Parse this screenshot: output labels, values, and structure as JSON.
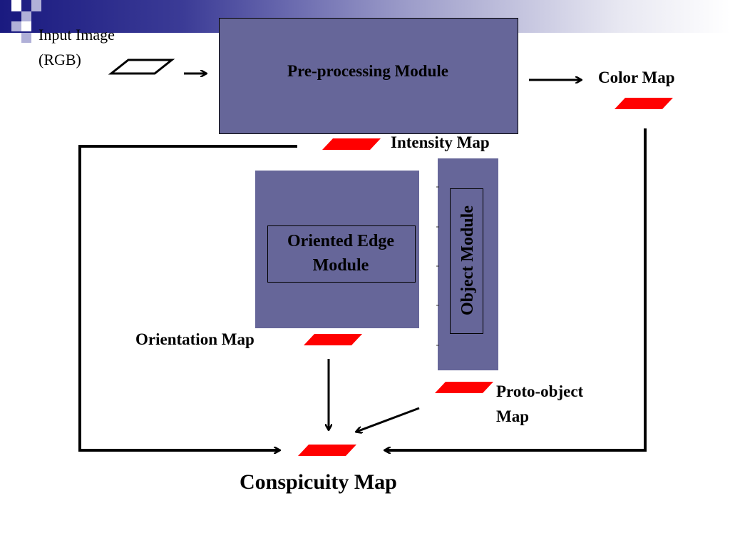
{
  "input": {
    "line1": "Input Image",
    "line2": "(RGB)"
  },
  "modules": {
    "preprocessing": "Pre-processing Module",
    "oriented_edge_line1": "Oriented Edge",
    "oriented_edge_line2": "Module",
    "object": "Object Module"
  },
  "maps": {
    "color": "Color Map",
    "intensity": "Intensity Map",
    "orientation": "Orientation Map",
    "proto_object_line1": "Proto-object",
    "proto_object_line2": "Map",
    "conspicuity": "Conspicuity Map"
  },
  "colors": {
    "module_fill": "#666699",
    "map_fill": "#ff0000",
    "header_dark": "#1a1a80"
  }
}
